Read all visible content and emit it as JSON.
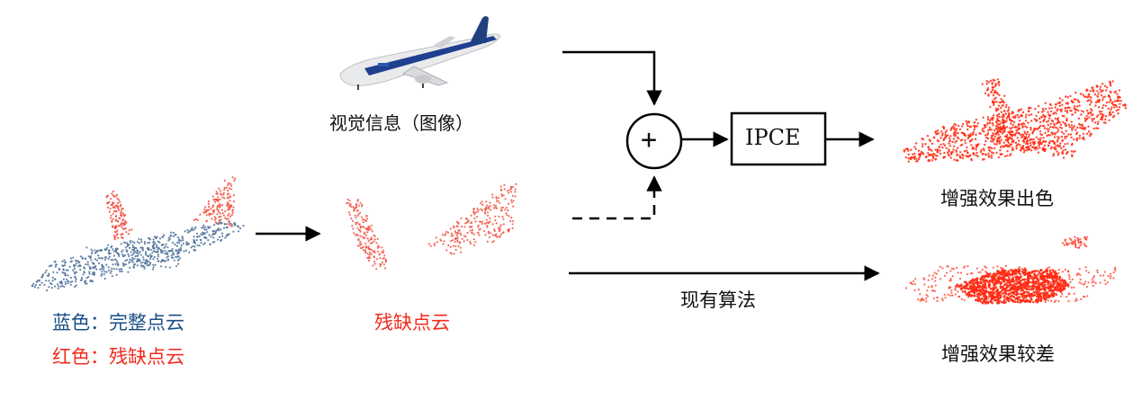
{
  "labels": {
    "visual_info": "视觉信息（图像）",
    "legend_blue": "蓝色：完整点云",
    "legend_red": "红色：残缺点云",
    "incomplete": "残缺点云",
    "existing_method": "现有算法",
    "good_result": "增强效果出色",
    "poor_result": "增强效果较差",
    "module": "IPCE",
    "plus": "+"
  },
  "colors": {
    "complete_points": "#4a6f96",
    "incomplete_points": "#f04a3a",
    "result_points": "#ff2a12",
    "arrow": "#000000"
  },
  "icons": {
    "photo": "airplane-photo-icon"
  }
}
